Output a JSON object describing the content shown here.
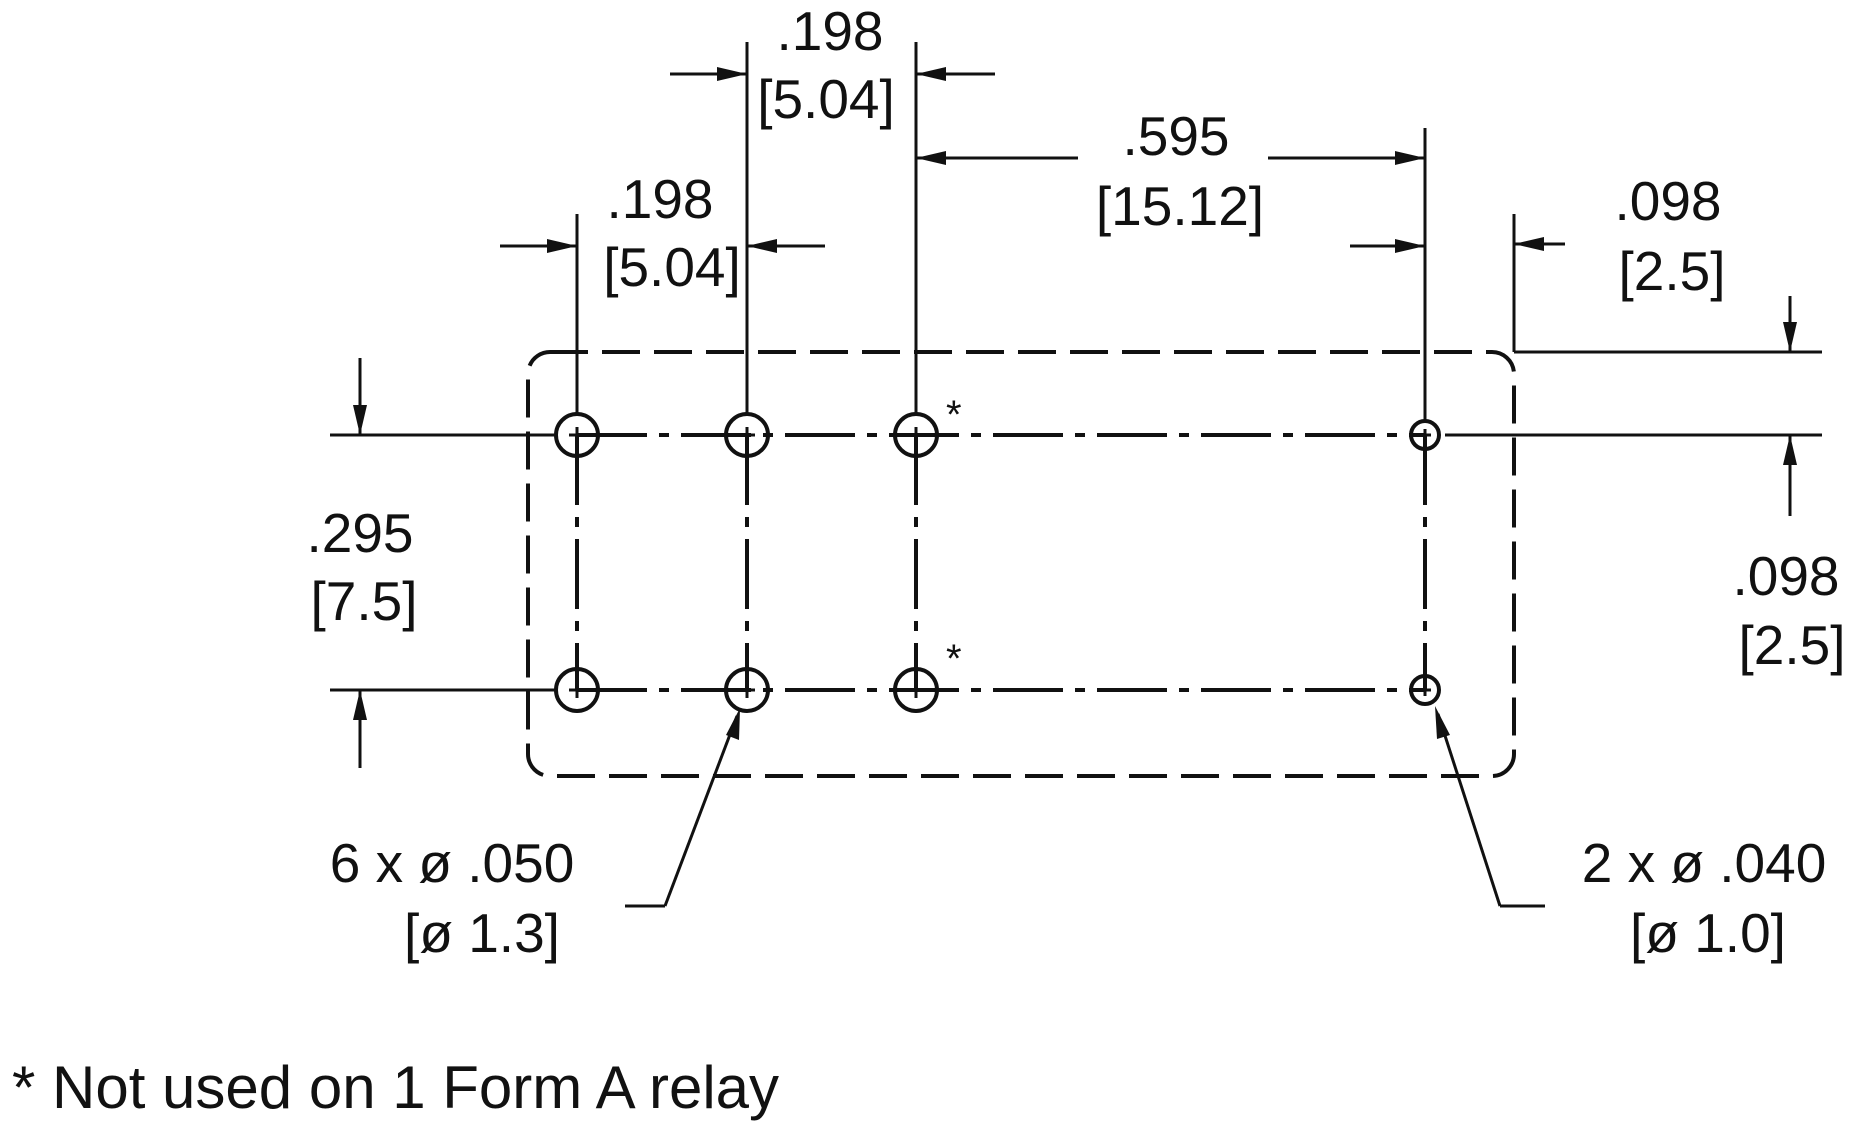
{
  "dimensions": {
    "pitch_1": {
      "inch": ".198",
      "mm": "[5.04]"
    },
    "pitch_2": {
      "inch": ".198",
      "mm": "[5.04]"
    },
    "span": {
      "inch": ".595",
      "mm": "[15.12]"
    },
    "edge_x": {
      "inch": ".098",
      "mm": "[2.5]"
    },
    "row_spacing": {
      "inch": ".295",
      "mm": "[7.5]"
    },
    "edge_y": {
      "inch": ".098",
      "mm": "[2.5]"
    }
  },
  "callouts": {
    "large_holes": {
      "spec": "6 x ø .050",
      "mm": "[ø 1.3]"
    },
    "small_holes": {
      "spec": "2 x ø .040",
      "mm": "[ø 1.0]"
    }
  },
  "markers": {
    "asterisk": "*"
  },
  "note": "* Not used on 1 Form A relay"
}
